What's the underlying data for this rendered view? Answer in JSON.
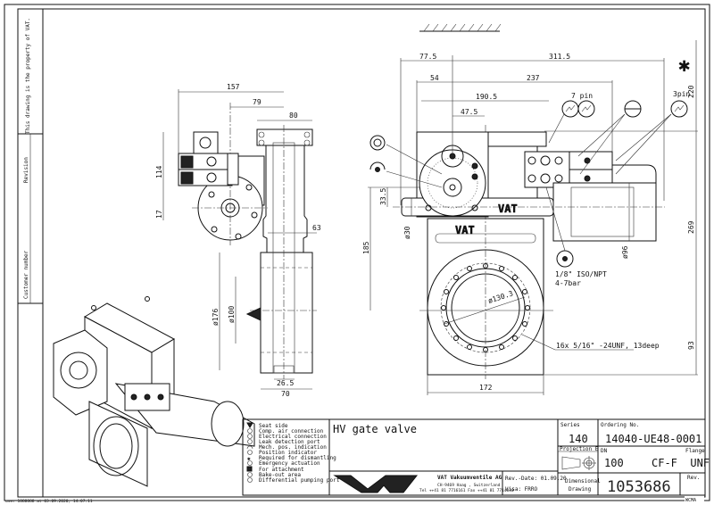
{
  "margin": {
    "property_note": "This drawing is the property of VAT.",
    "revision_label": "Revision",
    "customer_number_label": "Customer number",
    "print_stamp": "user 1888888 at 03.09.2020, 14:07:11"
  },
  "side_view": {
    "dims": {
      "d157": "157",
      "d79": "79",
      "d80": "80",
      "d114": "114",
      "d17": "17",
      "d63": "63",
      "d176": "ø176",
      "d100": "ø100",
      "d26_5": "26.5",
      "d70": "70"
    }
  },
  "front_view": {
    "dims": {
      "d77_5": "77.5",
      "d311_5": "311.5",
      "d54": "54",
      "d237": "237",
      "d190_5": "190.5",
      "d47_5": "47.5",
      "d220": "220",
      "d269": "269",
      "d93": "93",
      "d185": "185",
      "d33_5": "33.5",
      "d30": "ø30",
      "d96": "ø96",
      "d130_3": "ø130.3",
      "d172": "172"
    },
    "callouts": {
      "pin7": "7 pin",
      "pin3": "3pin",
      "air_port_1": "1/8\" ISO/NPT",
      "air_port_2": "4-7bar",
      "thread": "16x 5/16\" -24UNF, 13deep"
    },
    "logo_text": "VAT"
  },
  "legend": [
    {
      "icon": "seat-side-icon",
      "label": "Seat side"
    },
    {
      "icon": "comp-air-icon",
      "label": "Comp. air connection"
    },
    {
      "icon": "electrical-icon",
      "label": "Electrical connection"
    },
    {
      "icon": "leak-detection-icon",
      "label": "Leak detection port"
    },
    {
      "icon": "mech-pos-icon",
      "label": "Mech. pos. indication"
    },
    {
      "icon": "position-indicator-icon",
      "label": "Position indicator"
    },
    {
      "icon": "dismantling-icon",
      "label": "Required for dismantling"
    },
    {
      "icon": "emergency-icon",
      "label": "Emergency actuation"
    },
    {
      "icon": "attachment-icon",
      "label": "For attachment"
    },
    {
      "icon": "bake-out-icon",
      "label": "Bake-out area"
    },
    {
      "icon": "differential-pumping-icon",
      "label": "Differential pumping port"
    }
  ],
  "title_block": {
    "title": "HV gate valve",
    "series_label": "Series",
    "series_value": "140",
    "ordering_label": "Ordering No.",
    "ordering_value": "14040-UE48-0001",
    "projection_label": "Projection E",
    "dn_label": "DN",
    "dn_value": "100",
    "flange_label": "Flange",
    "flange_value": "CF-F  UNF",
    "company_name": "VAT Vakuumventile AG",
    "company_address": "CH-9469 Haag , Switzerland",
    "company_contact": "Tel ++41 81 7716161 Fax ++41 81 7714830",
    "rev_date": "Rev.-Date: 01.09.20",
    "visa": "Visa: FRRO",
    "doc_type_1": "Dimensional",
    "doc_type_2": "Drawing",
    "drawing_number": "1053686",
    "rev_label": "Rev.",
    "format_code": "WCMA"
  }
}
